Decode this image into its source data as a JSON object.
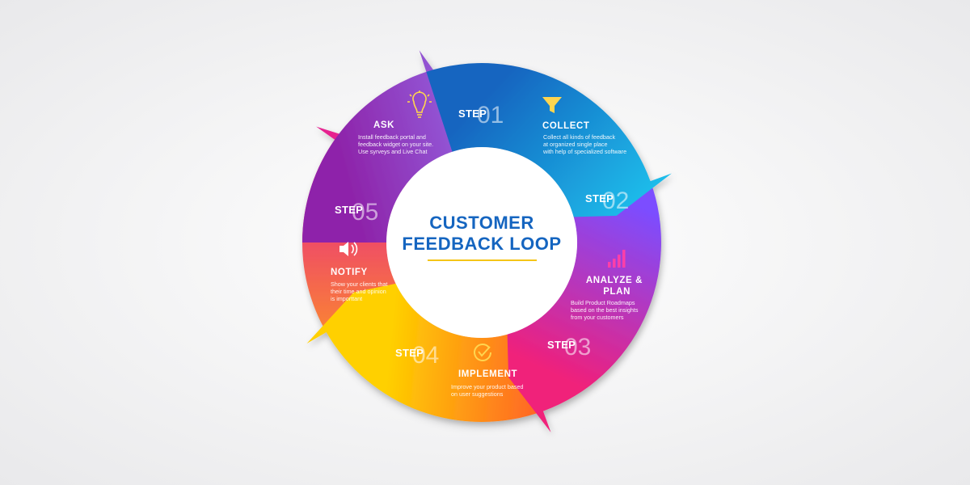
{
  "title": {
    "line1": "CUSTOMER",
    "line2": "FEEDBACK LOOP"
  },
  "colors": {
    "title": "#1565c0",
    "underline": "#f5c518"
  },
  "steps": [
    {
      "step_word": "STEP",
      "step_number": "01",
      "heading": "ASK",
      "icon": "lightbulb-icon",
      "description": [
        "Install feedback portal and",
        "feedback widget on your site.",
        "Use syrveys and Live Chat"
      ],
      "colors": [
        "#9c27b0",
        "#8e5fe0"
      ]
    },
    {
      "step_word": "STEP",
      "step_number": "02",
      "heading": "COLLECT",
      "icon": "funnel-icon",
      "description": [
        "Collect all kinds of feedback",
        "at organized single place",
        "with help of specialized software"
      ],
      "colors": [
        "#1976d2",
        "#03a9f4"
      ]
    },
    {
      "step_word": "STEP",
      "step_number": "03",
      "heading": "ANALYZE &",
      "heading_line2": "PLAN",
      "icon": "bar-chart-icon",
      "description": [
        "Build Product Roadmaps",
        "based on the best insights",
        "from your customers"
      ],
      "colors": [
        "#7b3fe4",
        "#e91e8c"
      ]
    },
    {
      "step_word": "STEP",
      "step_number": "04",
      "heading": "IMPLEMENT",
      "icon": "check-circle-icon",
      "description": [
        "Improve your product based",
        "on user suggestions"
      ],
      "colors": [
        "#ffc107",
        "#ff5722"
      ]
    },
    {
      "step_word": "STEP",
      "step_number": "05",
      "heading": "NOTIFY",
      "icon": "speaker-icon",
      "description": [
        "Show your clients that",
        "their time and opinion",
        "is importtant"
      ],
      "colors": [
        "#ff9800",
        "#e91e63"
      ]
    }
  ]
}
